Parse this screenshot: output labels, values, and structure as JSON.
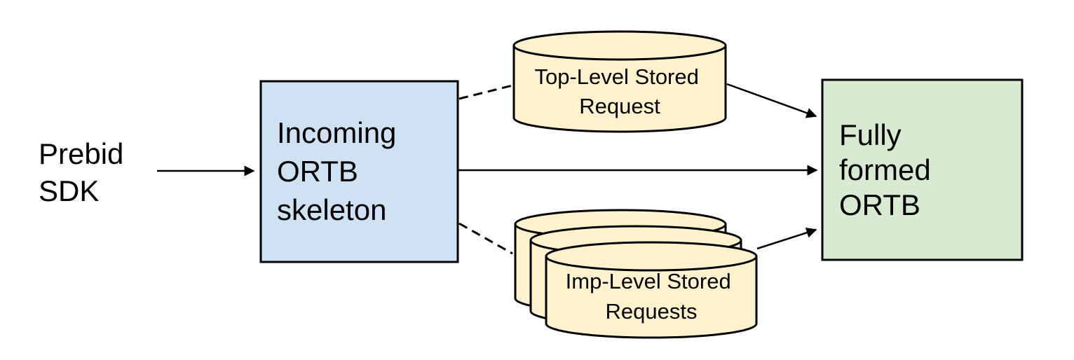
{
  "diagram": {
    "title_hint": "Prebid stored request resolution flow",
    "colors": {
      "incoming_box_fill": "#cfe2f3",
      "fully_box_fill": "#d9ead3",
      "cylinder_fill": "#fff2cc",
      "stroke": "#000000",
      "background": "#ffffff"
    },
    "prebid_label": {
      "line1": "Prebid",
      "line2": "SDK"
    },
    "incoming_box": {
      "line1": "Incoming",
      "line2": "ORTB",
      "line3": "skeleton"
    },
    "top_cylinder": {
      "line1": "Top-Level Stored",
      "line2": "Request"
    },
    "imp_cylinders": {
      "line1": "Imp-Level Stored",
      "line2": "Requests"
    },
    "fully_box": {
      "line1": "Fully",
      "line2": "formed",
      "line3": "ORTB"
    }
  }
}
